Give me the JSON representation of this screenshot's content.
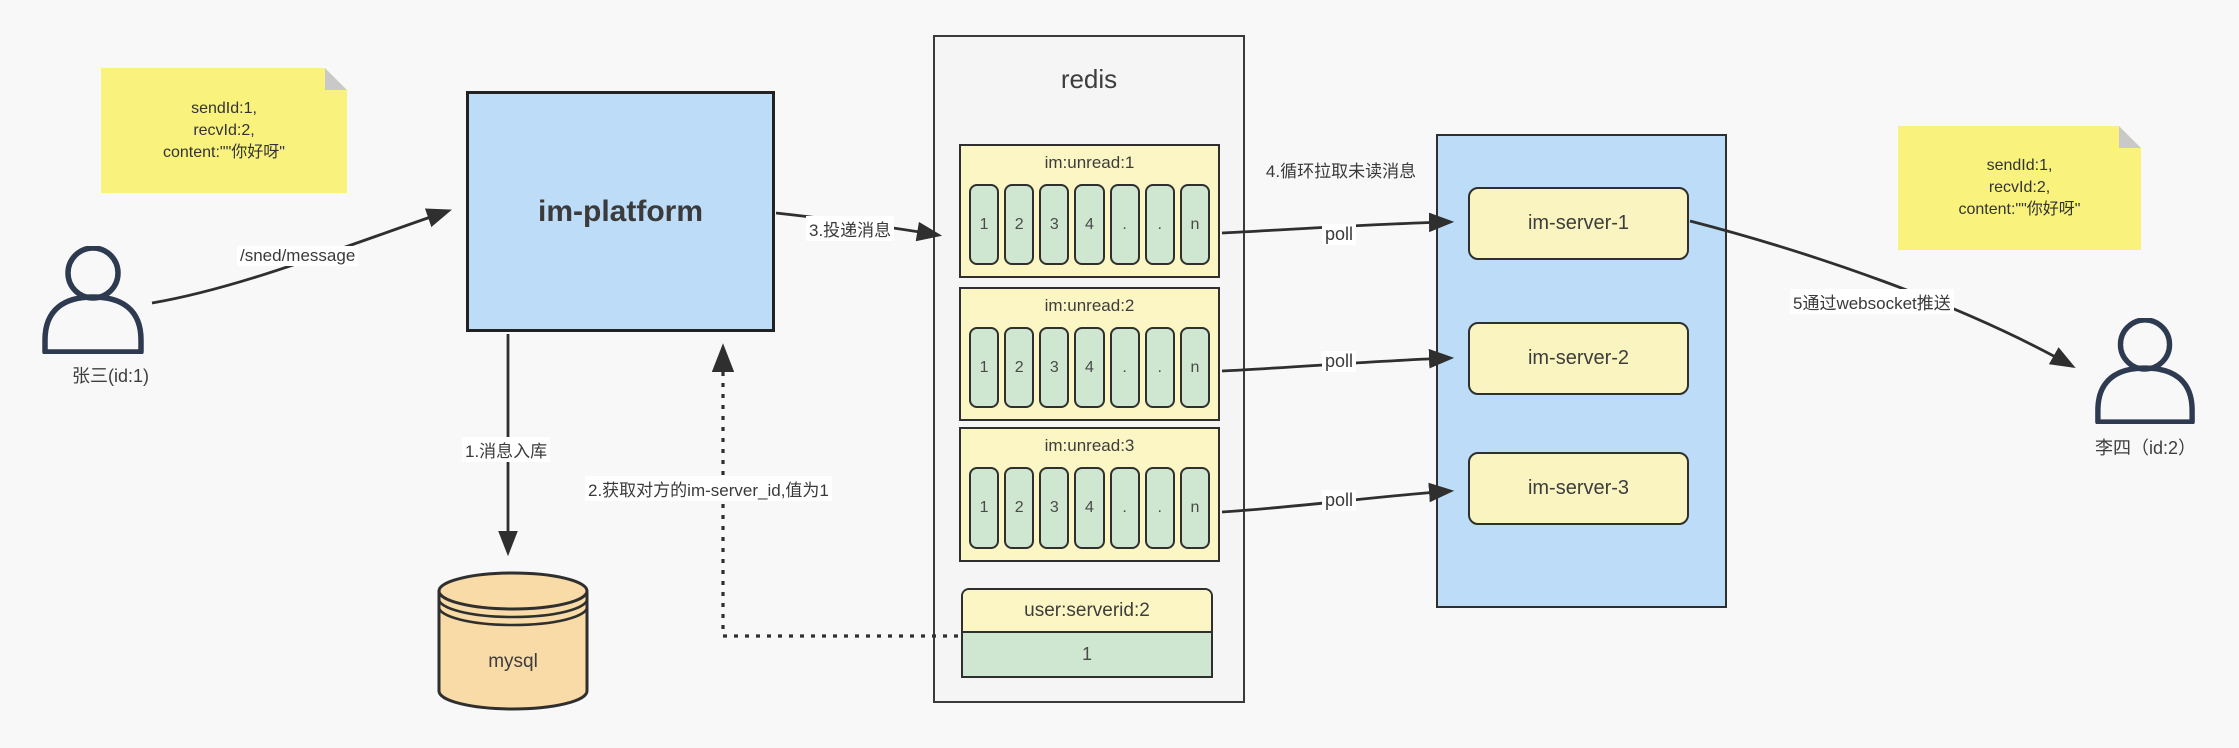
{
  "notes": {
    "left": {
      "lines": [
        "sendId:1,",
        "recvId:2,",
        "content:\"\"你好呀\""
      ]
    },
    "right": {
      "lines": [
        "sendId:1,",
        "recvId:2,",
        "content:\"\"你好呀\""
      ]
    }
  },
  "actors": {
    "sender": {
      "label": "张三(id:1)"
    },
    "receiver": {
      "label": "李四（id:2）"
    }
  },
  "platform": {
    "label": "im-platform"
  },
  "database": {
    "label": "mysql"
  },
  "redis": {
    "title": "redis",
    "queues": [
      {
        "name": "im:unread:1",
        "cells": [
          "1",
          "2",
          "3",
          "4",
          ".",
          ".",
          "n"
        ]
      },
      {
        "name": "im:unread:2",
        "cells": [
          "1",
          "2",
          "3",
          "4",
          ".",
          ".",
          "n"
        ]
      },
      {
        "name": "im:unread:3",
        "cells": [
          "1",
          "2",
          "3",
          "4",
          ".",
          ".",
          "n"
        ]
      }
    ],
    "mapping": {
      "key": "user:serverid:2",
      "value": "1"
    }
  },
  "cluster": {
    "servers": [
      "im-server-1",
      "im-server-2",
      "im-server-3"
    ]
  },
  "edges": {
    "send_path": "/sned/message",
    "step1": "1.消息入库",
    "step2": "2.获取对方的im-server_id,值为1",
    "step3": "3.投递消息",
    "step4": "4.循环拉取未读消息",
    "step5": "5通过websocket推送",
    "poll": "poll"
  },
  "colors": {
    "node_blue": "#bcdcf7",
    "sticky_yellow": "#f9f37e",
    "panel_yellow": "#fbf6c3",
    "cell_green": "#cfe7d0",
    "db_orange": "#f8dba6",
    "container_gray": "#f5f5f5",
    "line_dark": "#2f2f2f"
  }
}
